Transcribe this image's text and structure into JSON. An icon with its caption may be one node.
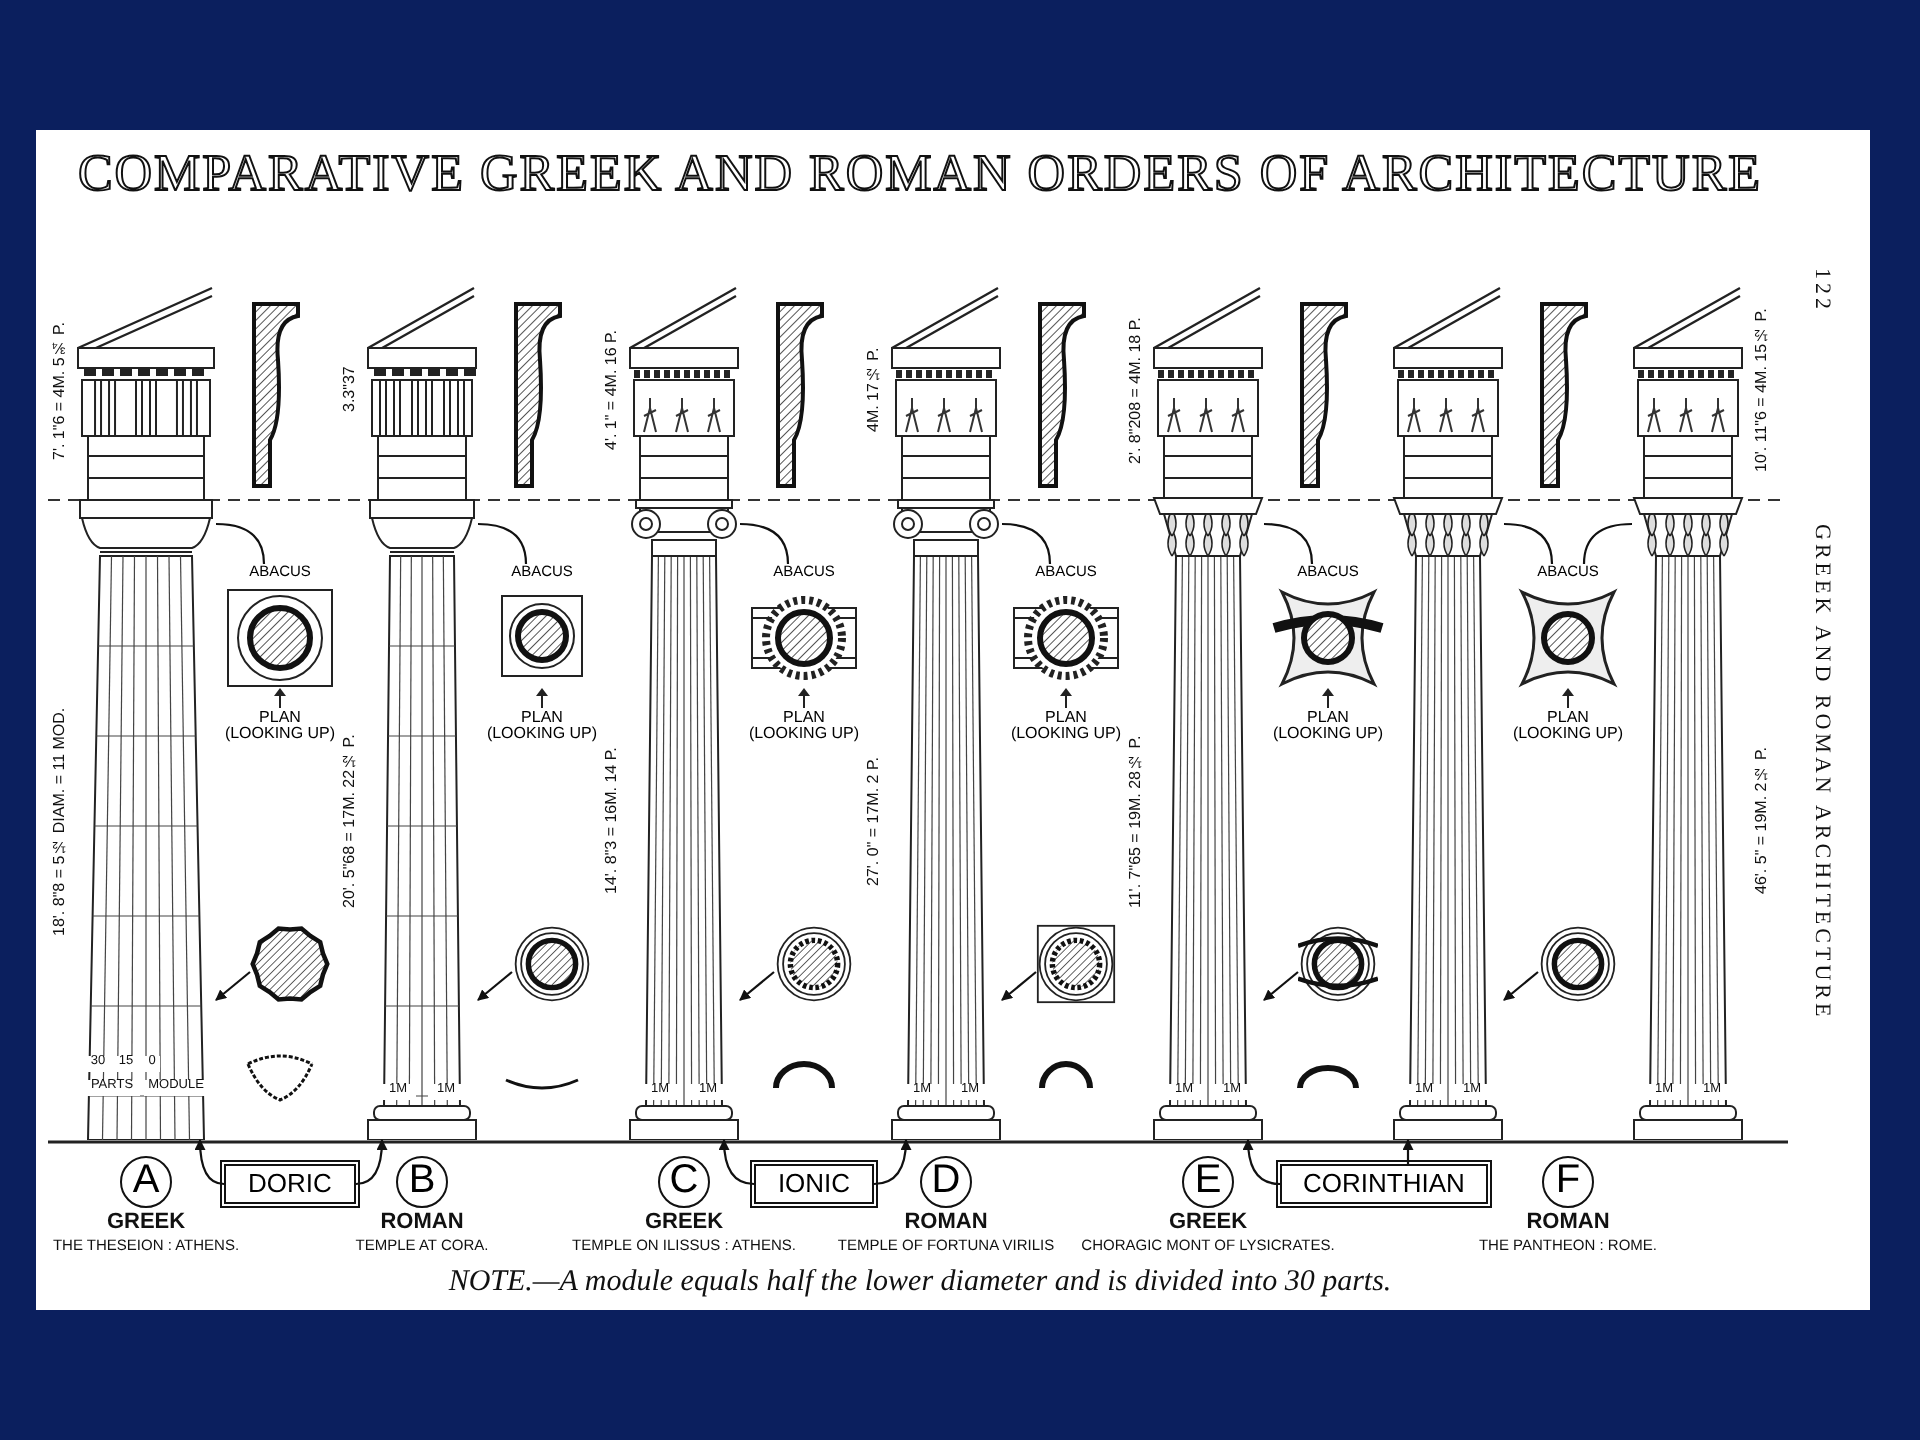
{
  "diagram": {
    "title": "COMPARATIVE GREEK AND ROMAN ORDERS OF ARCHITECTURE",
    "caption": "NOTE.—A module equals half the lower diameter and is divided into 30 parts.",
    "nodes": [
      {
        "text": [],
        "shape": "picture"
      },
      {
        "text": [
          "ABACUS",
          "PLAN (LOOKING UP)"
        ]
      },
      {
        "text": [],
        "shape": "circle"
      },
      {
        "text": [],
        "shape": "picture"
      },
      {
        "text": [
          "ABACUS",
          "PLAN (LOOKING UP)"
        ]
      },
      {
        "text": [],
        "shape": "circle"
      },
      {
        "text": [],
        "shape": "picture"
      },
      {
        "text": [
          "ABACUS",
          "PLAN (LOOKING UP)"
        ]
      },
      {
        "text": [],
        "shape": "circle"
      },
      {
        "text": [],
        "shape": "picture"
      },
      {
        "text": [
          "ABACUS",
          "PLAN (LOOKING UP)"
        ]
      },
      {
        "text": [],
        "shape": "box"
      },
      {
        "text": [],
        "shape": "picture"
      },
      {
        "text": [
          "ABACUS",
          "PLAN (LOOKING UP)"
        ]
      },
      {
        "text": [],
        "shape": "circle"
      },
      {
        "text": [],
        "shape": "picture"
      },
      {
        "text": [
          "ABACUS",
          "PLAN (LOOKING UP)"
        ]
      },
      {
        "text": [],
        "shape": "circle"
      },
      {
        "text": [],
        "shape": "picture"
      },
      {
        "text": [
          "A"
        ],
        "beside": [
          "GREEK",
          "THE THESEION : ATHENS."
        ]
      },
      {
        "text": [
          "DORIC"
        ]
      },
      {
        "text": [
          "B"
        ],
        "beside": [
          "ROMAN",
          "TEMPLE AT CORA."
        ]
      },
      {
        "text": [
          "C"
        ],
        "beside": [
          "GREEK",
          "TEMPLE ON ILISSUS : ATHENS."
        ]
      },
      {
        "text": [
          "IONIC"
        ]
      },
      {
        "text": [
          "D"
        ],
        "beside": [
          "ROMAN",
          "TEMPLE OF FORTUNA VIRILIS"
        ]
      },
      {
        "text": [
          "E"
        ],
        "beside": [
          "GREEK",
          "CHORAGIC MONT OF LYSICRATES."
        ]
      },
      {
        "text": [
          "CORINTHIAN"
        ]
      },
      {
        "text": [
          "F"
        ],
        "beside": [
          "ROMAN",
          "THE PANTHEON : ROME."
        ]
      }
    ],
    "edges": [
      {
        "from": 0,
        "to": 1,
        "arrow": "none"
      },
      {
        "from": 3,
        "to": 4,
        "arrow": "none"
      },
      {
        "from": 6,
        "to": 7,
        "arrow": "none"
      },
      {
        "from": 9,
        "to": 10,
        "arrow": "none"
      },
      {
        "from": 12,
        "to": 13,
        "arrow": "none"
      },
      {
        "from": 15,
        "to": 16,
        "arrow": "none"
      },
      {
        "from": 18,
        "to": 16,
        "arrow": "none"
      },
      {
        "from": 2,
        "to": 0,
        "arrow": "to"
      },
      {
        "from": 5,
        "to": 3,
        "arrow": "to"
      },
      {
        "from": 8,
        "to": 6,
        "arrow": "to"
      },
      {
        "from": 11,
        "to": 9,
        "arrow": "to"
      },
      {
        "from": 14,
        "to": 12,
        "arrow": "to"
      },
      {
        "from": 17,
        "to": 15,
        "arrow": "to"
      },
      {
        "from": 20,
        "to": 0,
        "arrow": "to"
      },
      {
        "from": 20,
        "to": 3,
        "arrow": "to"
      },
      {
        "from": 23,
        "to": 6,
        "arrow": "to"
      },
      {
        "from": 23,
        "to": 9,
        "arrow": "to"
      },
      {
        "from": 26,
        "to": 12,
        "arrow": "to"
      },
      {
        "from": 26,
        "to": 15,
        "arrow": "to"
      }
    ],
    "labels": [
      "7'. 1\"6 = 4M. 5¾ P.",
      "18'. 8\"8 = 5½ DIAM. = 11 MOD.",
      "3.3\"37",
      "20'. 5\"68 = 17M. 22½ P.",
      "4'. 1\" = 4M. 16 P.",
      "14'. 8\"3 = 16M. 14 P.",
      "4M. 17½ P.",
      "27'. 0\" = 17M. 2 P.",
      "2'. 8\"208 = 4M. 18 P.",
      "11'. 7\"65 = 19M. 28½ P.",
      "10'. 11\"6 = 4M. 15½ P.",
      "46'. 5\" = 19M. 2½ P.",
      "122",
      "GREEK AND ROMAN ARCHITECTURE",
      "30",
      "15",
      "0",
      "PARTS",
      "MODULE",
      "1M",
      "1M",
      "1M",
      "1M",
      "1M",
      "1M",
      "1M",
      "1M",
      "1M",
      "1M",
      "1M",
      "1M"
    ]
  }
}
